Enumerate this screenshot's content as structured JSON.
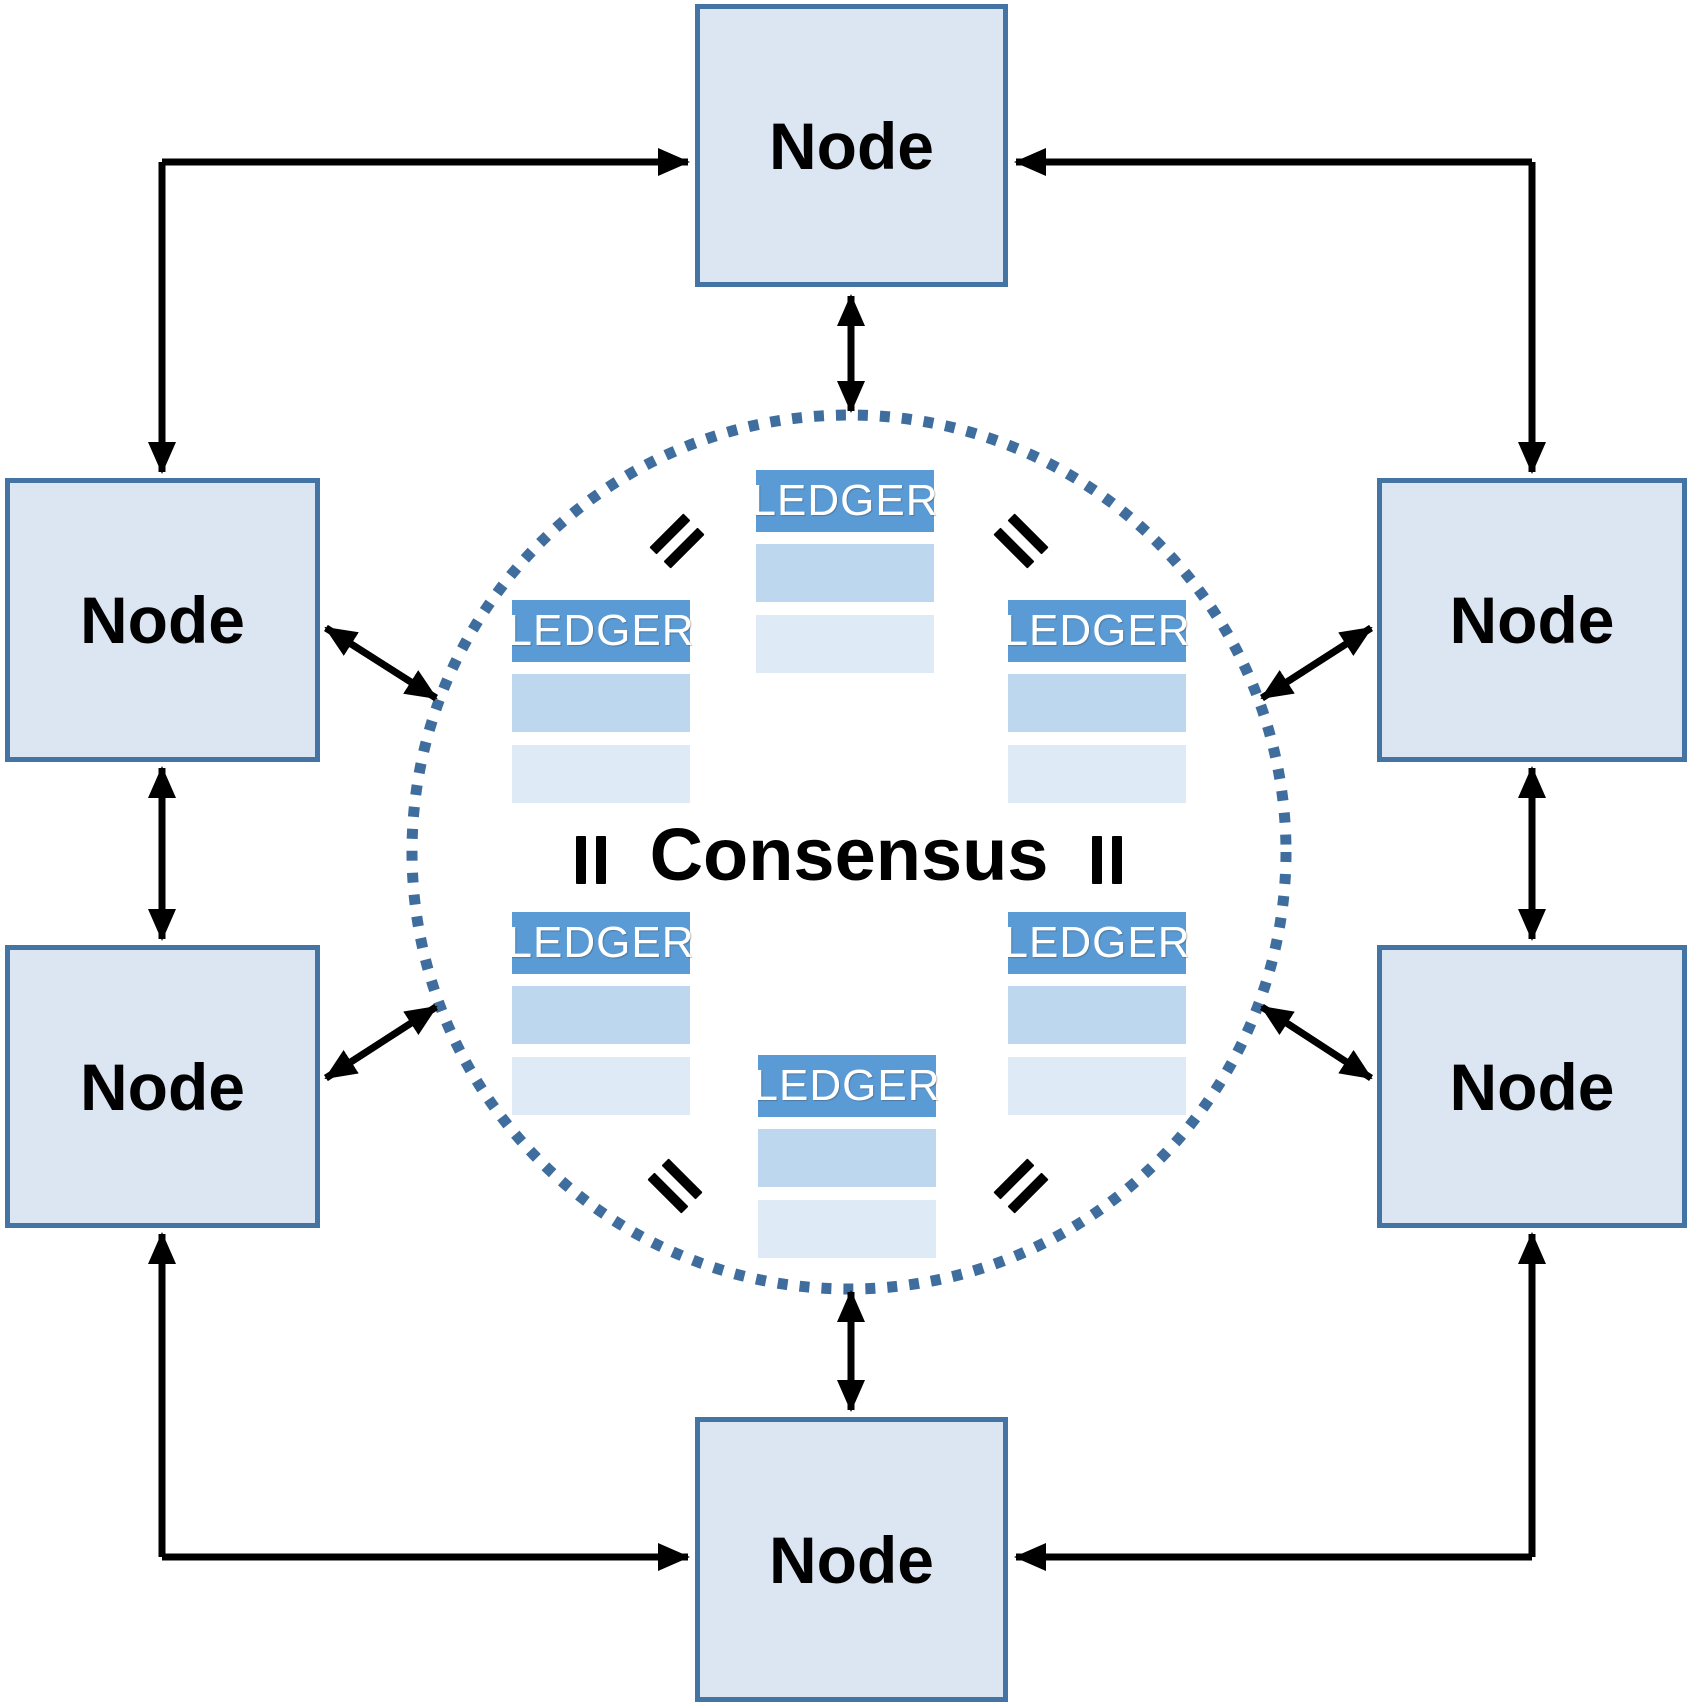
{
  "diagram": {
    "consensus": {
      "label": "Consensus"
    },
    "nodes": [
      {
        "id": "node-top",
        "label": "Node"
      },
      {
        "id": "node-upper-left",
        "label": "Node"
      },
      {
        "id": "node-upper-right",
        "label": "Node"
      },
      {
        "id": "node-lower-left",
        "label": "Node"
      },
      {
        "id": "node-lower-right",
        "label": "Node"
      },
      {
        "id": "node-bottom",
        "label": "Node"
      }
    ],
    "ledgers": [
      {
        "id": "ledger-top-center",
        "label": "LEDGER"
      },
      {
        "id": "ledger-upper-left",
        "label": "LEDGER"
      },
      {
        "id": "ledger-upper-right",
        "label": "LEDGER"
      },
      {
        "id": "ledger-lower-left",
        "label": "LEDGER"
      },
      {
        "id": "ledger-lower-right",
        "label": "LEDGER"
      },
      {
        "id": "ledger-bottom-center",
        "label": "LEDGER"
      }
    ],
    "symbols": {
      "equals_icon": "=",
      "double_arrow_icon": "↔",
      "dotted_circle_icon": "consensus-ring"
    },
    "colors": {
      "node_fill": "#dbe6f2",
      "node_border": "#4474a4",
      "ledger_header": "#5b9bd5",
      "ledger_row_1": "#bdd7ee",
      "ledger_row_2": "#deeaf6",
      "circle_dots": "#3e6d9e",
      "arrows": "#000000",
      "text": "#000000"
    }
  }
}
